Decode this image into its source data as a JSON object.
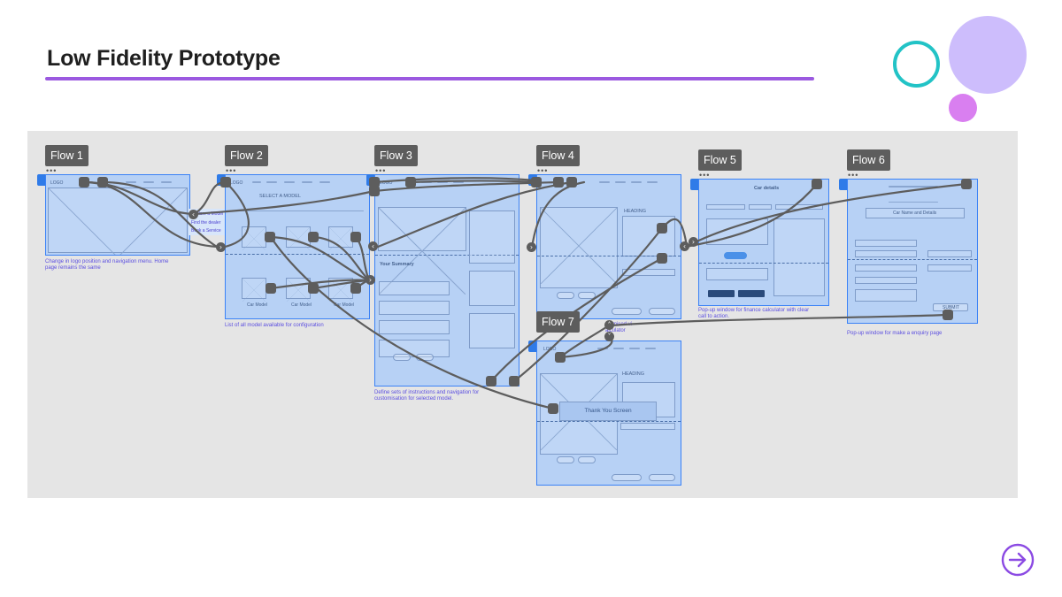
{
  "title": "Low Fidelity Prototype",
  "flows": [
    {
      "label": "Flow 1",
      "caption": "Change in logo position and navigation menu. Home page remains the same"
    },
    {
      "label": "Flow 2",
      "caption": "List of all model available for configuration"
    },
    {
      "label": "Flow 3",
      "caption": "Define sets of instructions and navigation for customisation for selected model."
    },
    {
      "label": "Flow 4",
      "caption": ""
    },
    {
      "label": "Flow 5",
      "caption": "Pop-up window for finance calculator with clear call to action."
    },
    {
      "label": "Flow 6",
      "caption": "Pop-up window for make a enquiry page"
    },
    {
      "label": "Flow 7",
      "caption": ""
    }
  ],
  "flow4_caption_fragments": {
    "line1": "mised vi",
    "line2": "alculator"
  },
  "wireframe": {
    "logo": "LOGO",
    "thank_you": "Thank You Screen",
    "car_model": "Car Model",
    "your_summary": "Your Summary",
    "heading": "HEADING",
    "car_finance_title": "Car details",
    "enquiry_field": "Car Name and Details",
    "submit": "SUBMIT",
    "flow2_heading": "SELECT A MODEL",
    "menu_items": [
      "Explore a Model",
      "Find the dealer",
      "Book a Service"
    ]
  },
  "icons": {
    "next": "circle-arrow-right-icon",
    "nav_prev": "chevron-left-icon",
    "nav_next": "chevron-right-icon",
    "node": "hotspot-icon"
  },
  "colors": {
    "title_underline": "#9b59e0",
    "canvas": "#e5e5e5",
    "frame_fill": "#b7d1f5",
    "frame_border": "#3b82f6",
    "connector": "#5d5d5d",
    "caption": "#5b4ee0",
    "ring": "#22c3c6",
    "big_circle": "#cdbdfc",
    "small_circle": "#d97ff0",
    "next_arrow": "#8b4ae3"
  }
}
